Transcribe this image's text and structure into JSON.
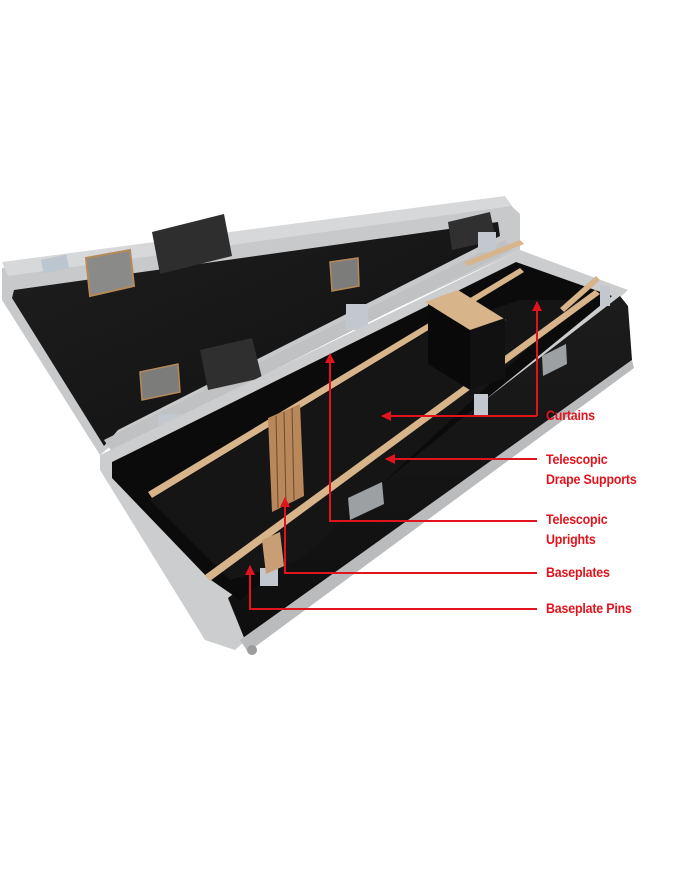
{
  "image": {
    "subject": "Open black flight case with aluminium edging and wooden compartment dividers",
    "background_color": "#ffffff",
    "case_colors": {
      "panel": "#141414",
      "panel_inner": "#0b0b0b",
      "aluminium_trim": "#c9cbcd",
      "wood_divider": "#d8b48a",
      "foam": "#2e2e2e"
    }
  },
  "annotations": {
    "color": "#e1141e",
    "items": [
      {
        "id": "curtains",
        "lines": [
          "Curtains"
        ]
      },
      {
        "id": "drape-supports",
        "lines": [
          "Telescopic",
          "Drape Supports"
        ]
      },
      {
        "id": "uprights",
        "lines": [
          "Telescopic",
          "Uprights"
        ]
      },
      {
        "id": "baseplates",
        "lines": [
          "Baseplates"
        ]
      },
      {
        "id": "baseplate-pins",
        "lines": [
          "Baseplate Pins"
        ]
      }
    ]
  }
}
